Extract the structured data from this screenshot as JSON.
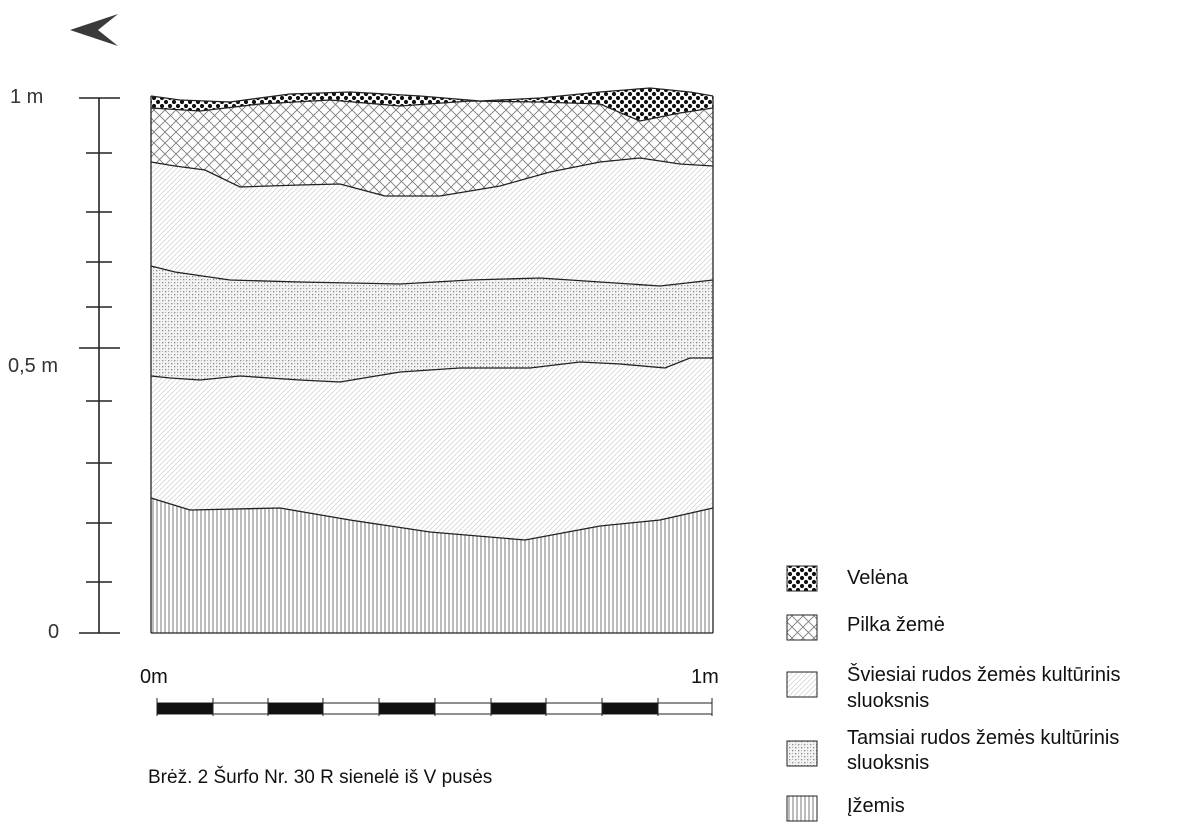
{
  "axis": {
    "top_label": "1 m",
    "mid_label": "0,5 m",
    "bottom_label": "0"
  },
  "scale_bar": {
    "start_label": "0m",
    "end_label": "1m",
    "segments": 10
  },
  "caption": "Brėž. 2 Šurfo Nr. 30 R sienelė iš V pusės",
  "direction_icon": "arrow-west-icon",
  "legend": {
    "items": [
      {
        "id": "velena",
        "pattern": "dots",
        "lines": [
          "Velėna"
        ]
      },
      {
        "id": "pilka",
        "pattern": "crosshatch",
        "lines": [
          "Pilka žemė"
        ]
      },
      {
        "id": "sviesiai",
        "pattern": "diagonal",
        "lines": [
          "Šviesiai rudos žemės kultūrinis",
          "sluoksnis"
        ]
      },
      {
        "id": "tamsiai",
        "pattern": "stipple",
        "lines": [
          "Tamsiai rudos žemės kultūrinis",
          "sluoksnis"
        ]
      },
      {
        "id": "izemis",
        "pattern": "vertical",
        "lines": [
          "Įžemis"
        ]
      }
    ]
  }
}
